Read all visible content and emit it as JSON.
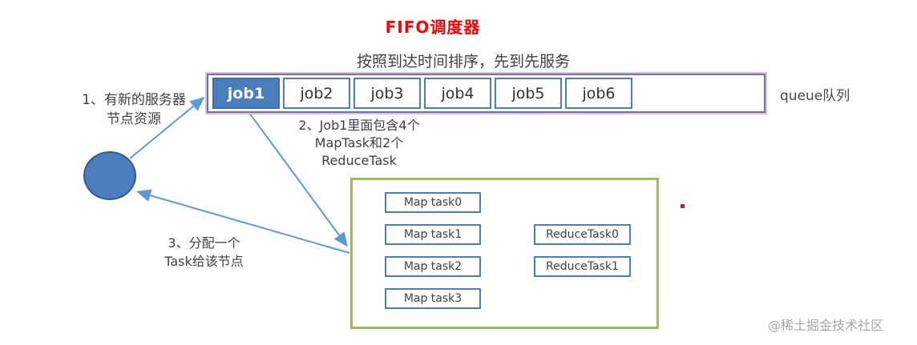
{
  "title": "FIFO调度器",
  "subtitle": "按照到达时间排序，先到先服务",
  "queue": {
    "jobs": [
      "job1",
      "job2",
      "job3",
      "job4",
      "job5",
      "job6"
    ],
    "active_job": "job1",
    "label": "queue队列"
  },
  "annotations": {
    "step1": [
      "1、有新的服务器",
      "节点资源"
    ],
    "step2": [
      "2、Job1里面包含4个",
      "MapTask和2个",
      "ReduceTask"
    ],
    "step3": [
      "3、分配一个",
      "Task给该节点"
    ]
  },
  "node_box": {
    "map_tasks": [
      "Map task0",
      "Map task1",
      "Map task2",
      "Map task3"
    ],
    "reduce_tasks": [
      "ReduceTask0",
      "ReduceTask1"
    ]
  },
  "watermark": "@稀土掘金技术社区",
  "colors": {
    "title_red": "#ff0000",
    "accent_blue": "#4a7ebc",
    "arrow_blue": "#5b9bd5",
    "queue_border_purple": "#7e6aa5",
    "node_box_border_green": "#9bbb59",
    "text_gray": "#3f3f3f",
    "watermark_gray": "#a6a6a6"
  }
}
